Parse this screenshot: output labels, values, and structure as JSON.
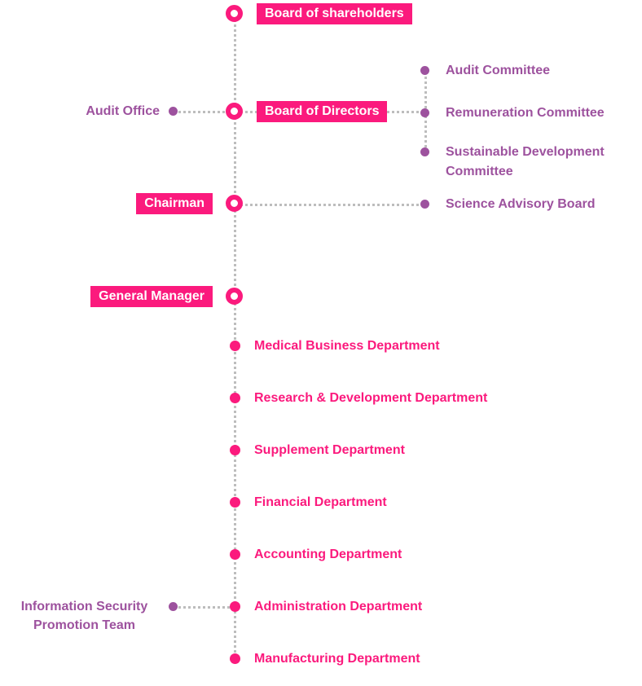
{
  "colors": {
    "accent_pink": "#fb1a7d",
    "accent_purple": "#9d529e",
    "connector_gray": "#bdbdbd",
    "background": "#ffffff"
  },
  "org_chart": {
    "nodes": [
      "Board of shareholders",
      "Board of Directors",
      "Chairman",
      "General Manager"
    ],
    "audit_office": "Audit Office",
    "committees": [
      "Audit Committee",
      "Remuneration Committee",
      "Sustainable Development Committee"
    ],
    "science_advisory_board": "Science Advisory Board",
    "info_security_team": "Information Security Promotion Team",
    "departments": [
      "Medical Business Department",
      "Research & Development Department",
      "Supplement Department",
      "Financial Department",
      "Accounting Department",
      "Administration Department",
      "Manufacturing Department"
    ]
  }
}
